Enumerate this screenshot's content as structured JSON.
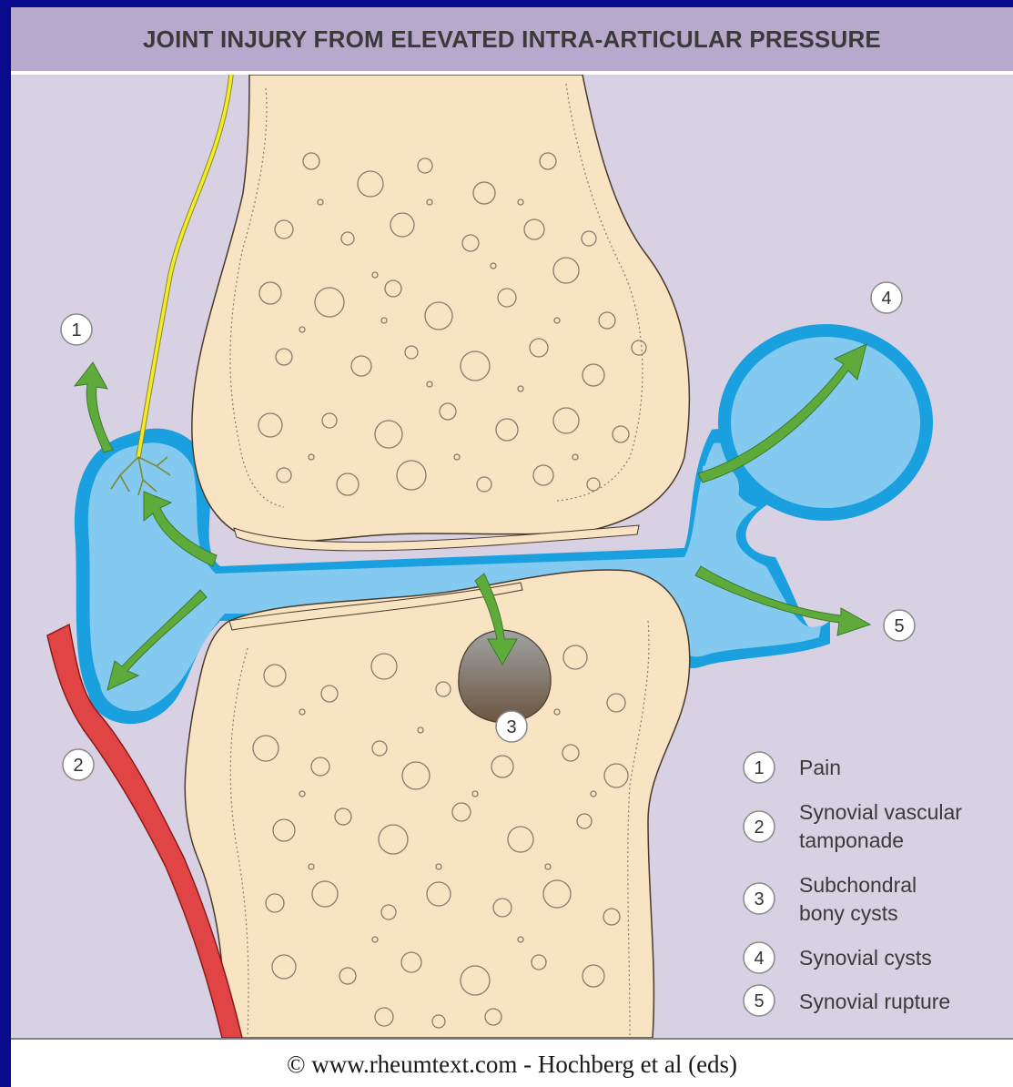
{
  "title": "JOINT INJURY FROM ELEVATED INTRA-ARTICULAR PRESSURE",
  "callouts": [
    {
      "id": "1",
      "label": "1"
    },
    {
      "id": "2",
      "label": "2"
    },
    {
      "id": "3",
      "label": "3"
    },
    {
      "id": "4",
      "label": "4"
    },
    {
      "id": "5",
      "label": "5"
    }
  ],
  "legend": [
    {
      "number": "1",
      "lines": [
        "Pain"
      ]
    },
    {
      "number": "2",
      "lines": [
        "Synovial vascular",
        "tamponade"
      ]
    },
    {
      "number": "3",
      "lines": [
        "Subchondral",
        "bony cysts"
      ]
    },
    {
      "number": "4",
      "lines": [
        "Synovial cysts"
      ]
    },
    {
      "number": "5",
      "lines": [
        "Synovial rupture"
      ]
    }
  ],
  "footer": "© www.rheumtext.com - Hochberg et al (eds)",
  "colors": {
    "background": "#d8d1e3",
    "title_bar": "#b6a9cb",
    "bone": "#f8e3c3",
    "synovium_fill": "#84caf0",
    "synovium_wall": "#1aa0de",
    "arrow": "#5eab3c",
    "nerve": "#f2ea2b",
    "vessel": "#e04444",
    "cyst": "#7a6a5a"
  }
}
